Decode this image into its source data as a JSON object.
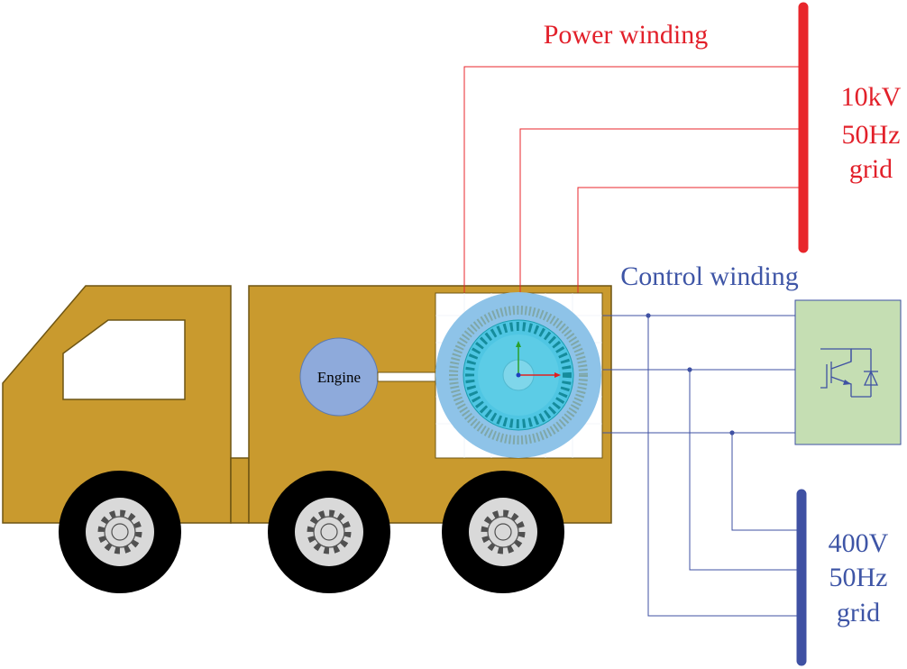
{
  "labels": {
    "power_winding": "Power winding",
    "control_winding": "Control winding",
    "engine": "Engine",
    "hv_grid": [
      "10kV",
      "50Hz",
      "grid"
    ],
    "lv_grid": [
      "400V",
      "50Hz",
      "grid"
    ]
  },
  "colors": {
    "truck_body": "#C99A2E",
    "truck_outline": "#6E5513",
    "engine_fill": "#8EAADB",
    "power_line": "#E8262B",
    "power_label": "#E2202A",
    "control_line": "#3F51A3",
    "control_label": "#3E55A6",
    "converter_fill": "#C5DEB3",
    "generator_outer": "#8EC3E8",
    "generator_inner": "#4FC6E3",
    "tire": "#000000",
    "hub": "#D9D9D9",
    "white": "#FFFFFF"
  },
  "icons": {
    "converter": "igbt-diode-symbol",
    "hub": "gear-icon"
  }
}
